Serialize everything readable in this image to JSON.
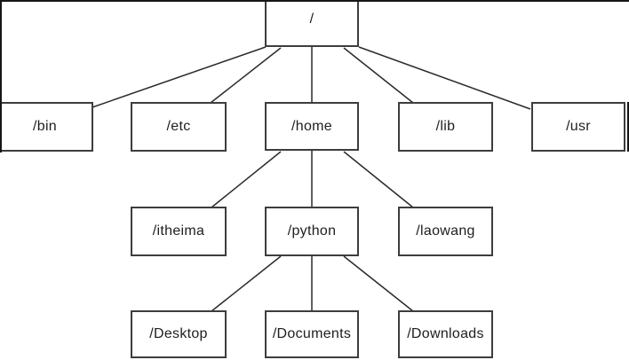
{
  "diagram": {
    "kind": "directory-tree",
    "nodes": {
      "root": {
        "label": "/"
      },
      "bin": {
        "label": "/bin"
      },
      "etc": {
        "label": "/etc"
      },
      "home": {
        "label": "/home"
      },
      "lib": {
        "label": "/lib"
      },
      "usr": {
        "label": "/usr"
      },
      "itheima": {
        "label": "/itheima"
      },
      "python": {
        "label": "/python"
      },
      "laowang": {
        "label": "/laowang"
      },
      "desktop": {
        "label": "/Desktop"
      },
      "documents": {
        "label": "/Documents"
      },
      "downloads": {
        "label": "/Downloads"
      }
    },
    "edges": [
      {
        "from": "/",
        "to": "/bin"
      },
      {
        "from": "/",
        "to": "/etc"
      },
      {
        "from": "/",
        "to": "/home"
      },
      {
        "from": "/",
        "to": "/lib"
      },
      {
        "from": "/",
        "to": "/usr"
      },
      {
        "from": "/home",
        "to": "/itheima"
      },
      {
        "from": "/home",
        "to": "/python"
      },
      {
        "from": "/home",
        "to": "/laowang"
      },
      {
        "from": "/python",
        "to": "/Desktop"
      },
      {
        "from": "/python",
        "to": "/Documents"
      },
      {
        "from": "/python",
        "to": "/Downloads"
      }
    ],
    "colors": {
      "node_border": "#3d3d3d",
      "edge_line": "#2b2b2b",
      "text": "#1e1e1e",
      "background": "#ffffff",
      "crop_edge": "#161616"
    }
  }
}
